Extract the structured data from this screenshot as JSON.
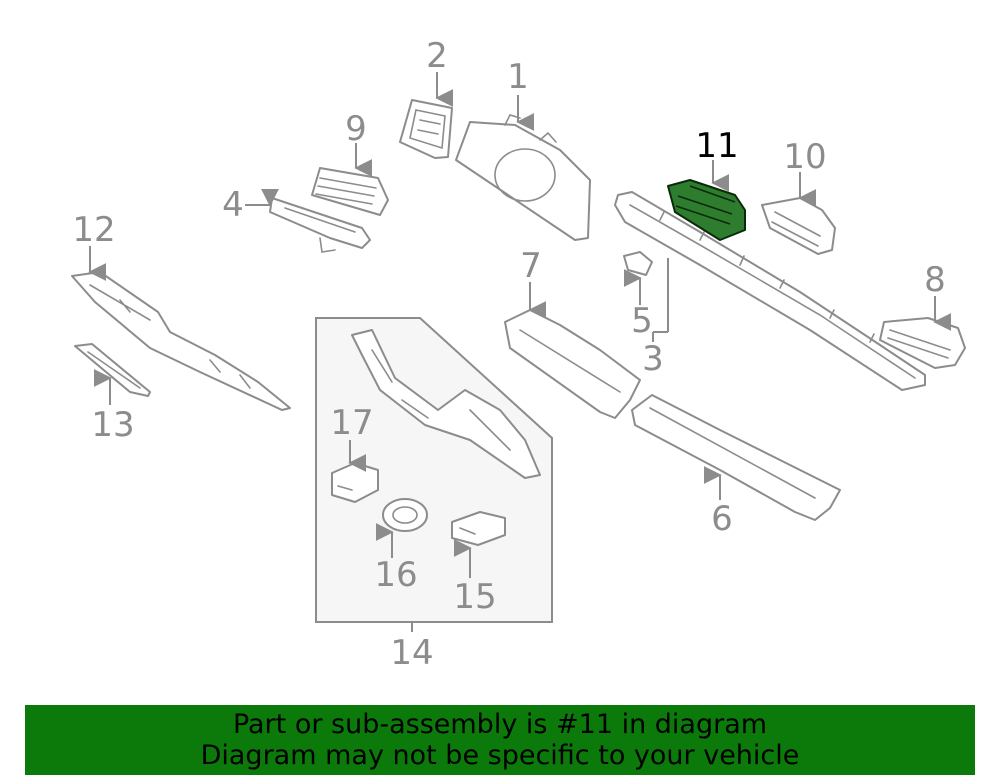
{
  "diagram": {
    "callouts": {
      "c1": "1",
      "c2": "2",
      "c3": "3",
      "c4": "4",
      "c5": "5",
      "c6": "6",
      "c7": "7",
      "c8": "8",
      "c9": "9",
      "c10": "10",
      "c11": "11",
      "c12": "12",
      "c13": "13",
      "c14": "14",
      "c15": "15",
      "c16": "16",
      "c17": "17"
    },
    "highlighted_part": "11",
    "colors": {
      "highlight_fill": "#2e7d2e",
      "line": "#8c8c8c",
      "banner": "#0b7a0b"
    }
  },
  "banner": {
    "line1": "Part or sub-assembly is #11 in diagram",
    "line2": "Diagram may not be specific to your vehicle"
  }
}
